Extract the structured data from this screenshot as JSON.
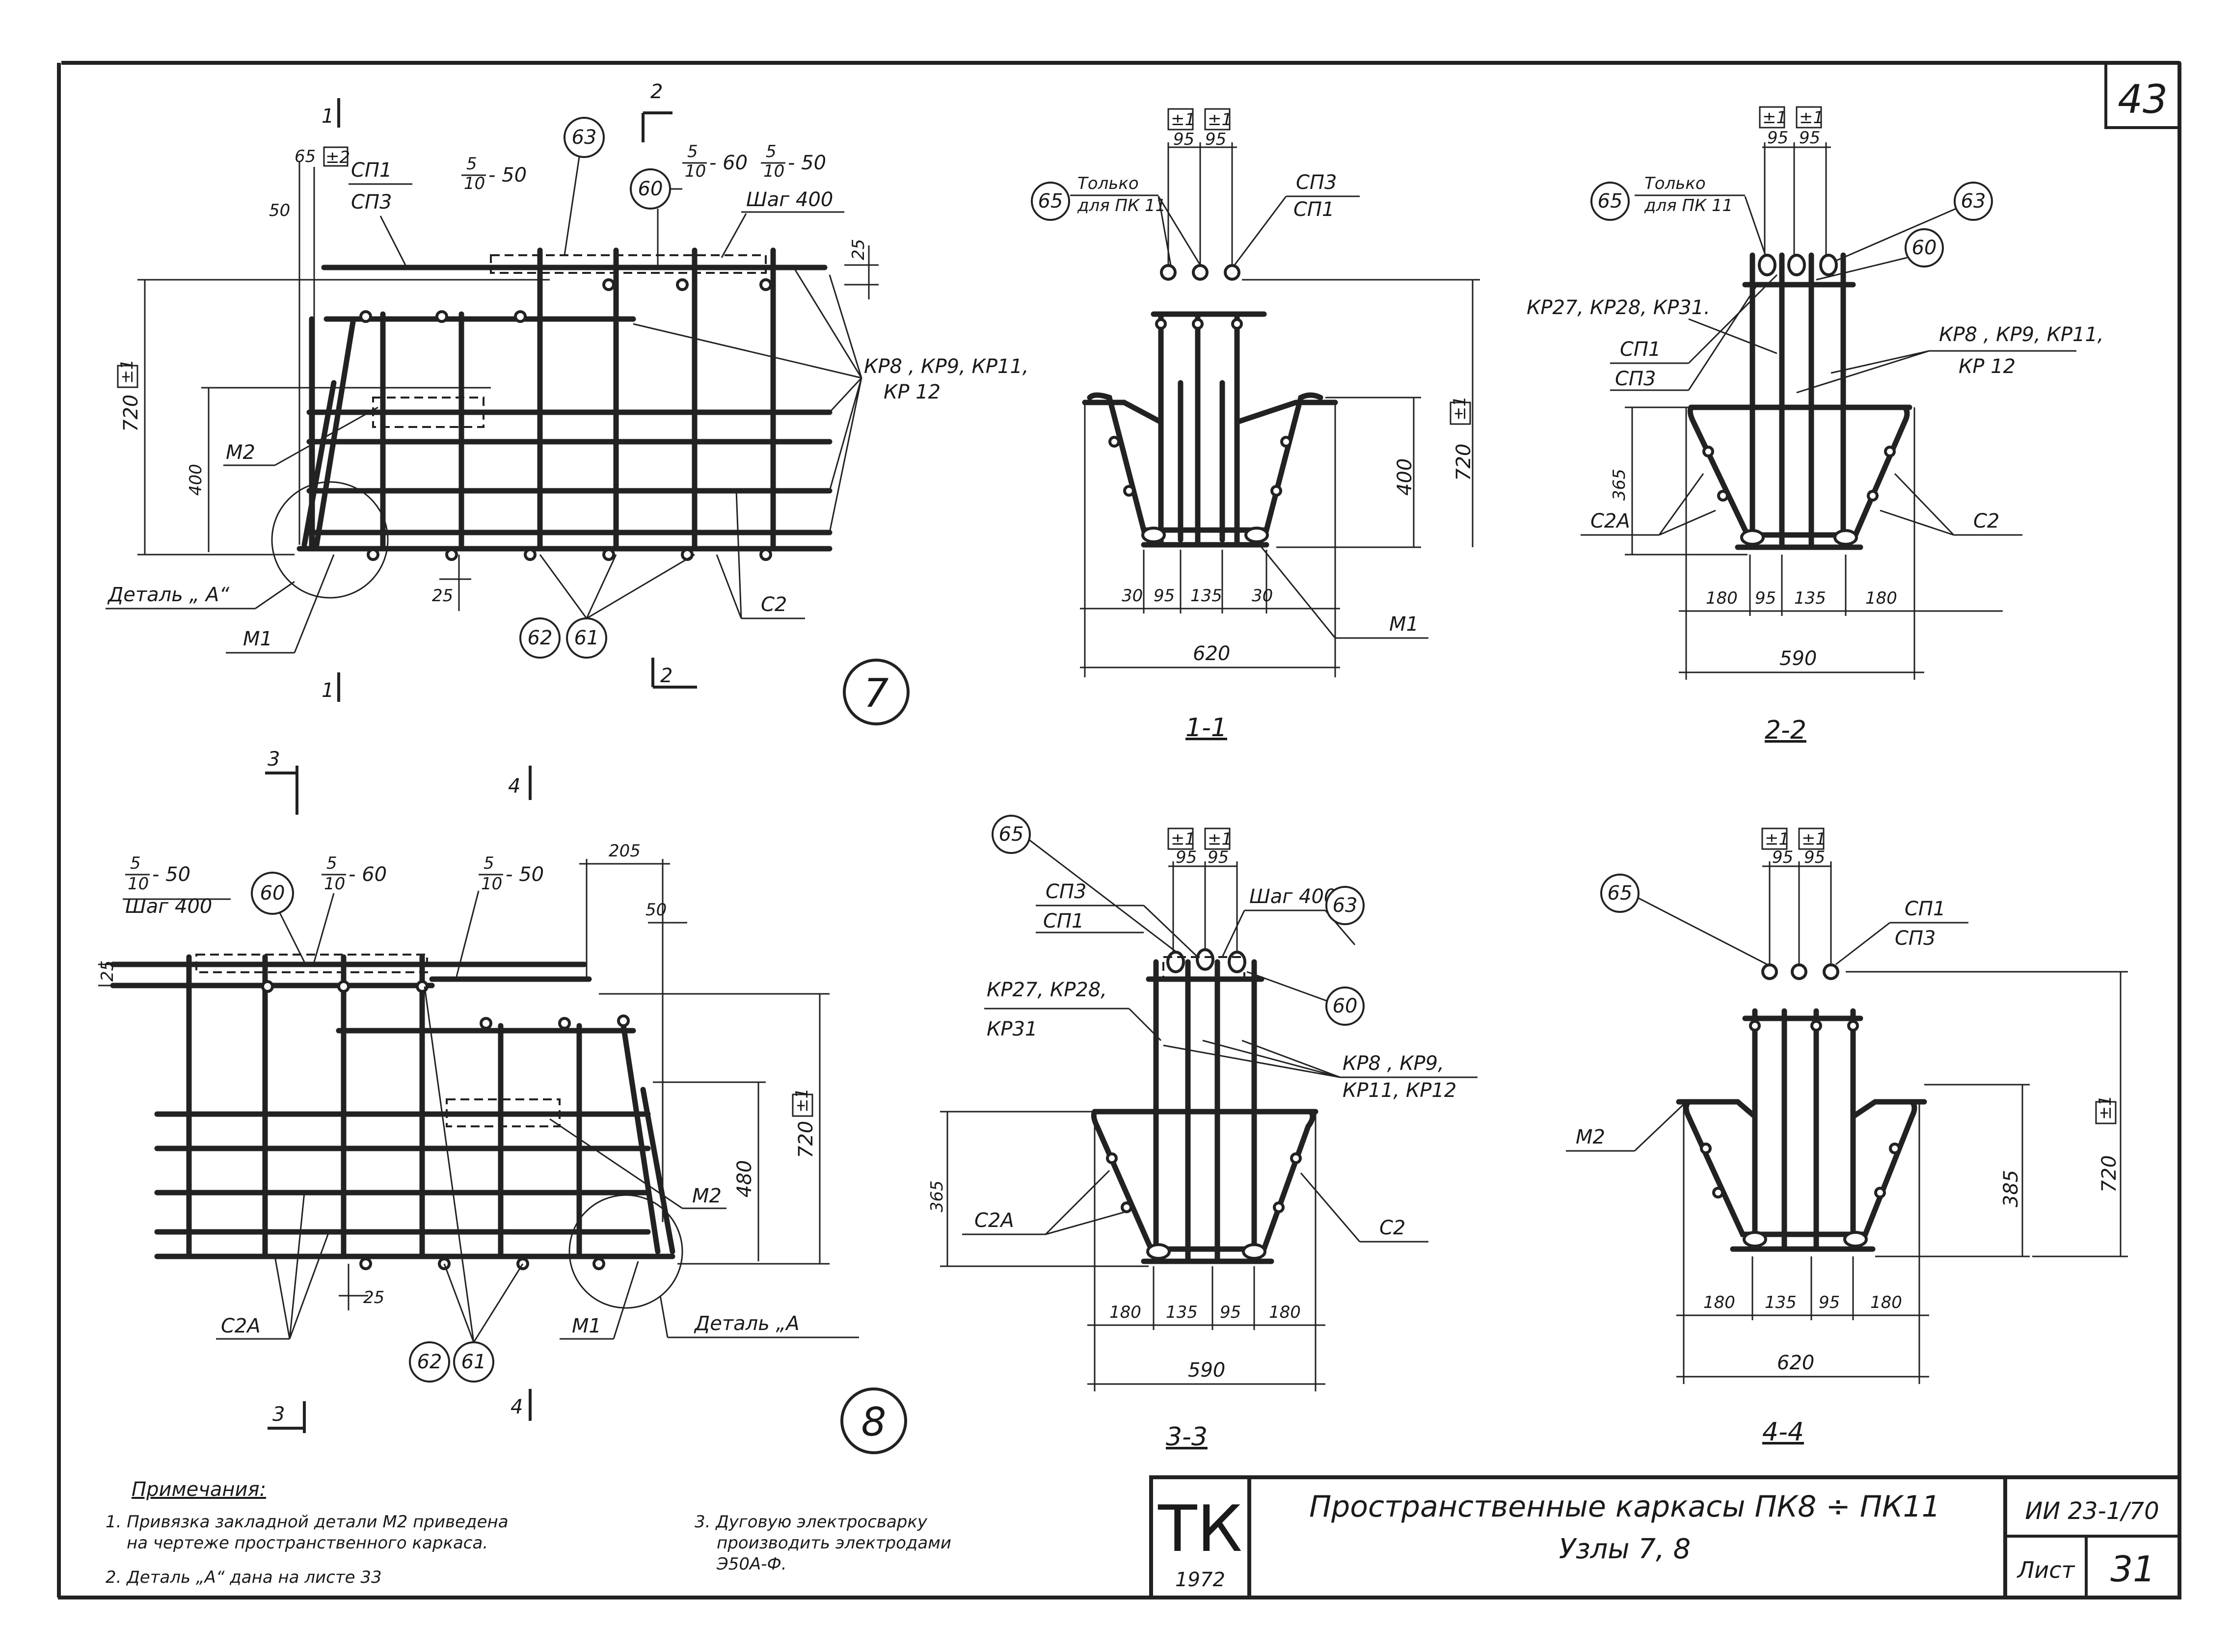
{
  "sheet": {
    "page_number": "43",
    "sheet_number": "31",
    "sheet_label": "Лист",
    "series_code": "ИИ 23-1/70",
    "org_logo": "ТК",
    "year": "1972",
    "title_line1": "Пространственные каркасы ПК8 ÷ ПК11",
    "title_line2": "Узлы 7, 8"
  },
  "notes": {
    "heading": "Примечания:",
    "n1_a": "1. Привязка закладной детали  М2 приведена",
    "n1_b": "на чертеже пространственного  каркаса.",
    "n2": "2. Деталь „А“ дана  на листе 33",
    "n3_a": "3. Дуговую электросварку",
    "n3_b": "производить электродами",
    "n3_c": "Э50А-Ф."
  },
  "node7": {
    "number": "7",
    "sp_top": "СП1",
    "sp_bot": "СП3",
    "frac1_num": "5",
    "frac1_den": "10",
    "frac1_rest": "- 50",
    "frac2_num": "5",
    "frac2_den": "10",
    "frac2_rest": "- 60",
    "frac3_num": "5",
    "frac3_den": "10",
    "frac3_rest": "- 50",
    "step": "Шаг 400",
    "kr_line1": "КР8 , КР9, КР11,",
    "kr_line2": "КР 12",
    "m2": "М2",
    "m1": "М1",
    "c2": "С2",
    "detail": "Деталь „ А“",
    "pos63": "63",
    "pos60": "60",
    "pos62": "62",
    "pos61": "61",
    "dim720": "720",
    "tol1": "±1",
    "dim65": "65",
    "tol2": "±2",
    "dim50": "50",
    "dim25a": "25",
    "dim25b": "25",
    "dim400": "400",
    "cut1": "1",
    "cut2": "2"
  },
  "node8": {
    "number": "8",
    "frac1_num": "5",
    "frac1_den": "10",
    "frac1_rest": "- 50",
    "frac2_num": "5",
    "frac2_den": "10",
    "frac2_rest": "- 60",
    "frac3_num": "5",
    "frac3_den": "10",
    "frac3_rest": "- 50",
    "step": "Шаг 400",
    "dim205": "205",
    "dim50": "50",
    "dim25a": "25",
    "dim25b": "25",
    "dim720": "720",
    "tol1": "±1",
    "dim480": "480",
    "m2": "М2",
    "m1": "М1",
    "c2a": "С2А",
    "detail": "Деталь „А",
    "pos60": "60",
    "pos62": "62",
    "pos61": "61",
    "cut3": "3",
    "cut4": "4"
  },
  "s11": {
    "label": "1-1",
    "only_line1": "Только",
    "only_line2": "для ПК 11",
    "sp_top": "СП3",
    "sp_bot": "СП1",
    "pos65": "65",
    "tol_a": "±1",
    "tol_b": "±1",
    "d95a": "95",
    "d95b": "95",
    "d400": "400",
    "d720": "720",
    "tol720": "±1",
    "b30a": "30",
    "b95": "95",
    "b135": "135",
    "b30b": "30",
    "b620": "620",
    "m1": "М1"
  },
  "s22": {
    "label": "2-2",
    "only_line1": "Только",
    "only_line2": "для ПК 11",
    "pos65": "65",
    "pos63": "63",
    "pos60": "60",
    "tol_a": "±1",
    "tol_b": "±1",
    "d95a": "95",
    "d95b": "95",
    "kr_left": "КР27, КР28, КР31.",
    "sp_top": "СП1",
    "sp_bot": "СП3",
    "kr_right1": "КР8 , КР9, КР11,",
    "kr_right2": "КР 12",
    "d365": "365",
    "c2a": "С2А",
    "c2": "С2",
    "b180a": "180",
    "b95": "95",
    "b135": "135",
    "b180b": "180",
    "b590": "590"
  },
  "s33": {
    "label": "3-3",
    "pos65": "65",
    "pos63": "63",
    "pos60": "60",
    "tol_a": "±1",
    "tol_b": "±1",
    "d95a": "95",
    "d95b": "95",
    "sp_top": "СП3",
    "sp_bot": "СП1",
    "step": "Шаг 400",
    "kr_left1": "КР27, КР28,",
    "kr_left2": "КР31",
    "kr_right1": "КР8 , КР9,",
    "kr_right2": "КР11, КР12",
    "d365": "365",
    "c2a": "С2А",
    "c2": "С2",
    "b180a": "180",
    "b135": "135",
    "b95": "95",
    "b180b": "180",
    "b590": "590"
  },
  "s44": {
    "label": "4-4",
    "pos65": "65",
    "tol_a": "±1",
    "tol_b": "±1",
    "d95a": "95",
    "d95b": "95",
    "sp_top": "СП1",
    "sp_bot": "СП3",
    "m2": "М2",
    "d385": "385",
    "d720": "720",
    "tol720": "±1",
    "b180a": "180",
    "b135": "135",
    "b95": "95",
    "b180b": "180",
    "b620": "620"
  }
}
